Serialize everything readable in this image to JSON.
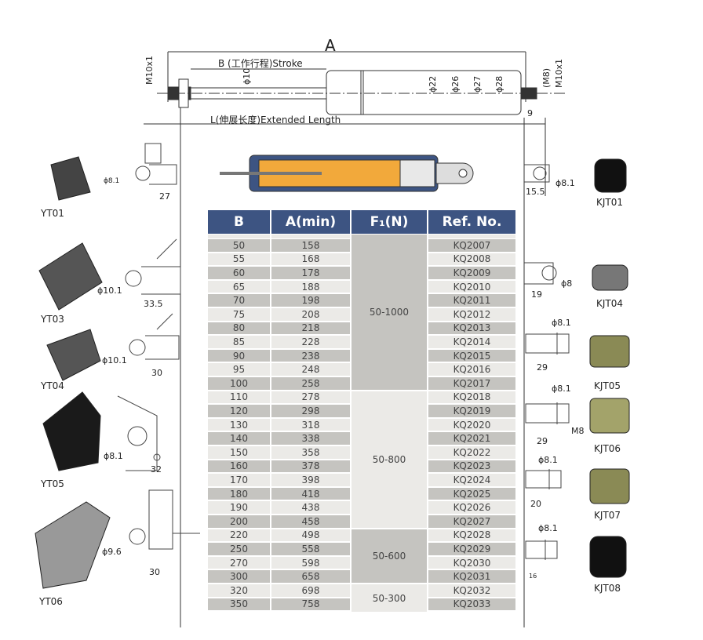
{
  "spring": {
    "A": "A",
    "stroke": "B (工作行程)Stroke",
    "extended": "L(伸展长度)Extended Length",
    "m10_left": "M10x1",
    "phi10": "ϕ10",
    "phi22": "ϕ22",
    "phi26": "ϕ26",
    "phi27": "ϕ27",
    "phi28": "ϕ28",
    "m8": "(M8)",
    "m10_right": "M10x1",
    "nine": "9"
  },
  "left_parts": [
    {
      "name": "YT01",
      "d1": "ϕ8.1",
      "d2": "27"
    },
    {
      "name": "YT03",
      "d1": "ϕ10.1",
      "d2": "33.5"
    },
    {
      "name": "YT04",
      "d1": "ϕ10.1",
      "d2": "30"
    },
    {
      "name": "YT05",
      "d1": "ϕ8.1",
      "d2": "32"
    },
    {
      "name": "YT06",
      "d1": "ϕ9.6",
      "d2": "30"
    }
  ],
  "right_parts": [
    {
      "name": "KJT01",
      "d1": "ϕ8.1",
      "d2": "15.5"
    },
    {
      "name": "KJT04",
      "d1": "ϕ8",
      "d2": "19"
    },
    {
      "name": "KJT05",
      "d1": "ϕ8.1",
      "d2": "29"
    },
    {
      "name": "KJT06",
      "d1": "ϕ8.1",
      "d2": "29",
      "d3": "M8"
    },
    {
      "name": "KJT07",
      "d1": "ϕ8.1",
      "d2": "20"
    },
    {
      "name": "KJT08",
      "d1": "ϕ8.1",
      "d2": "16"
    }
  ],
  "table": {
    "headers": [
      "B",
      "A(min)",
      "F₁(N)",
      "Ref. No."
    ],
    "rows": [
      [
        "50",
        "158",
        "KQ2007"
      ],
      [
        "55",
        "168",
        "KQ2008"
      ],
      [
        "60",
        "178",
        "KQ2009"
      ],
      [
        "65",
        "188",
        "KQ2010"
      ],
      [
        "70",
        "198",
        "KQ2011"
      ],
      [
        "75",
        "208",
        "KQ2012"
      ],
      [
        "80",
        "218",
        "KQ2013"
      ],
      [
        "85",
        "228",
        "KQ2014"
      ],
      [
        "90",
        "238",
        "KQ2015"
      ],
      [
        "95",
        "248",
        "KQ2016"
      ],
      [
        "100",
        "258",
        "KQ2017"
      ],
      [
        "110",
        "278",
        "KQ2018"
      ],
      [
        "120",
        "298",
        "KQ2019"
      ],
      [
        "130",
        "318",
        "KQ2020"
      ],
      [
        "140",
        "338",
        "KQ2021"
      ],
      [
        "150",
        "358",
        "KQ2022"
      ],
      [
        "160",
        "378",
        "KQ2023"
      ],
      [
        "170",
        "398",
        "KQ2024"
      ],
      [
        "180",
        "418",
        "KQ2025"
      ],
      [
        "190",
        "438",
        "KQ2026"
      ],
      [
        "200",
        "458",
        "KQ2027"
      ],
      [
        "220",
        "498",
        "KQ2028"
      ],
      [
        "250",
        "558",
        "KQ2029"
      ],
      [
        "270",
        "598",
        "KQ2030"
      ],
      [
        "300",
        "658",
        "KQ2031"
      ],
      [
        "320",
        "698",
        "KQ2032"
      ],
      [
        "350",
        "758",
        "KQ2033"
      ]
    ],
    "force_groups": [
      {
        "label": "50-1000",
        "rows": 11
      },
      {
        "label": "50-800",
        "rows": 10
      },
      {
        "label": "50-600",
        "rows": 4
      },
      {
        "label": "50-300",
        "rows": 3
      }
    ]
  },
  "colors": {
    "header": "#3d5482",
    "row_dark": "#c5c4c0",
    "row_light": "#ebeae7",
    "cylinder": "#f2a93b"
  }
}
